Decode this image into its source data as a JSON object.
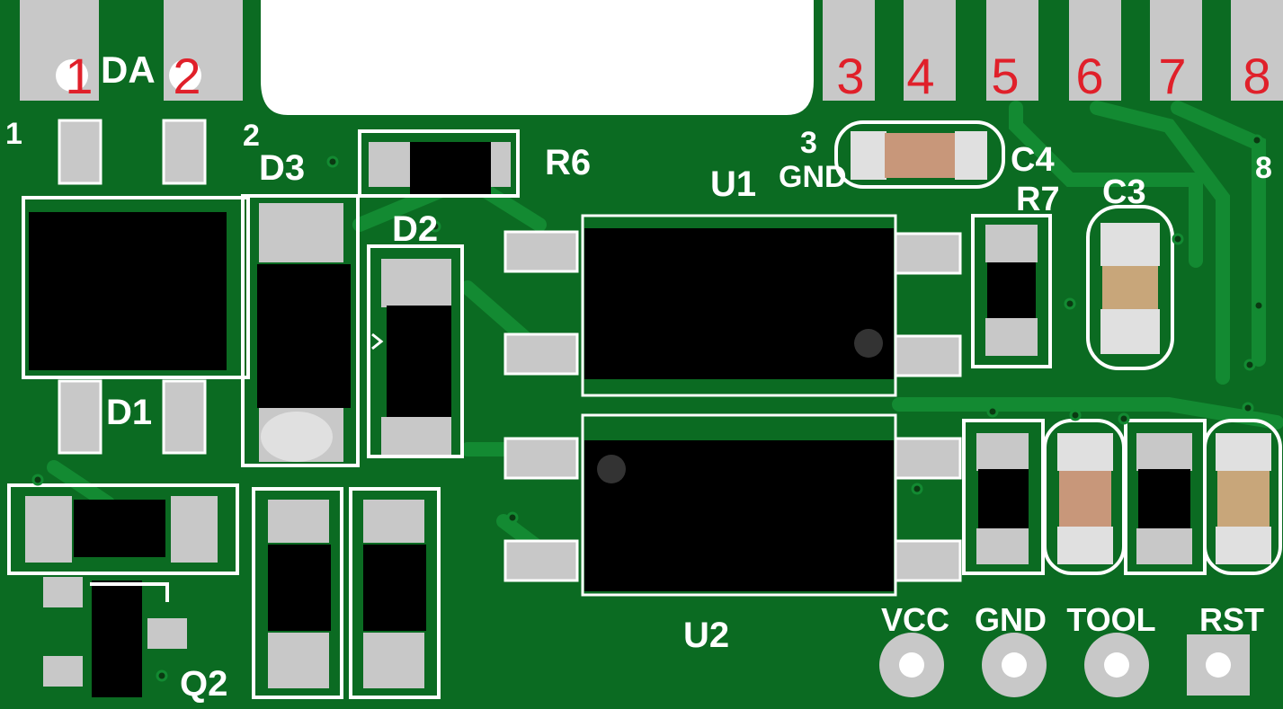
{
  "colors": {
    "board": "#0b6b22",
    "board_dark": "#085a1c",
    "trace": "#138a32",
    "pad": "#c8c8c8",
    "silk": "#ffffff",
    "chip": "#000000",
    "pin_number": "#e0202a",
    "capacitor": "#c8977a"
  },
  "pins": [
    {
      "number": "1",
      "silk": "1"
    },
    {
      "number": "2",
      "silk": "2"
    },
    {
      "number": "3",
      "silk": "3"
    },
    {
      "number": "4"
    },
    {
      "number": "5"
    },
    {
      "number": "6"
    },
    {
      "number": "7"
    },
    {
      "number": "8",
      "silk": "8"
    }
  ],
  "labels": {
    "da": "DA",
    "gnd_top": "GND",
    "d1": "D1",
    "d2": "D2",
    "d3": "D3",
    "r6": "R6",
    "r7": "R7",
    "c3": "C3",
    "c4": "C4",
    "u1": "U1",
    "u2": "U2",
    "q2": "Q2"
  },
  "header": [
    {
      "label": "VCC",
      "shape": "round"
    },
    {
      "label": "GND",
      "shape": "round"
    },
    {
      "label": "TOOL",
      "shape": "round"
    },
    {
      "label": "RST",
      "shape": "square"
    }
  ]
}
